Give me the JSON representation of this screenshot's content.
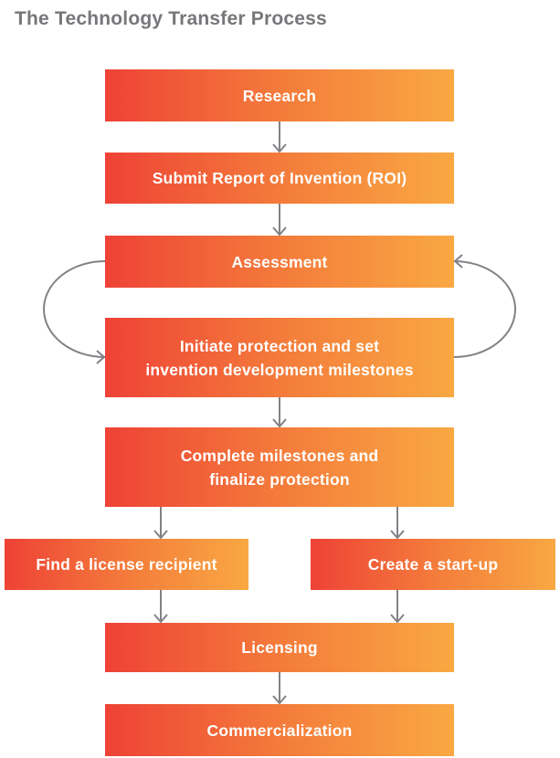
{
  "title": "The Technology Transfer Process",
  "colors": {
    "gradient_start": "#ee4236",
    "gradient_end": "#f9a843",
    "arrow": "#808285",
    "title_text": "#76777a",
    "node_text": "#ffffff"
  },
  "nodes": {
    "research": {
      "label": "Research"
    },
    "submit_roi": {
      "label": "Submit Report of Invention (ROI)"
    },
    "assessment": {
      "label": "Assessment"
    },
    "initiate_protection": {
      "label": [
        "Initiate protection and set",
        "invention development milestones"
      ]
    },
    "complete_milestones": {
      "label": [
        "Complete milestones and",
        "finalize protection"
      ]
    },
    "find_license": {
      "label": "Find a license recipient"
    },
    "create_startup": {
      "label": "Create a start-up"
    },
    "licensing": {
      "label": "Licensing"
    },
    "commercialization": {
      "label": "Commercialization"
    }
  },
  "edges": [
    {
      "from": "research",
      "to": "submit_roi",
      "style": "straight-down"
    },
    {
      "from": "submit_roi",
      "to": "assessment",
      "style": "straight-down"
    },
    {
      "from": "assessment",
      "to": "initiate_protection",
      "style": "loop-left-curve"
    },
    {
      "from": "initiate_protection",
      "to": "assessment",
      "style": "loop-right-curve"
    },
    {
      "from": "initiate_protection",
      "to": "complete_milestones",
      "style": "straight-down"
    },
    {
      "from": "complete_milestones",
      "to": "find_license",
      "style": "straight-down"
    },
    {
      "from": "complete_milestones",
      "to": "create_startup",
      "style": "straight-down"
    },
    {
      "from": "find_license",
      "to": "licensing",
      "style": "straight-down"
    },
    {
      "from": "create_startup",
      "to": "licensing",
      "style": "straight-down"
    },
    {
      "from": "licensing",
      "to": "commercialization",
      "style": "straight-down"
    }
  ]
}
